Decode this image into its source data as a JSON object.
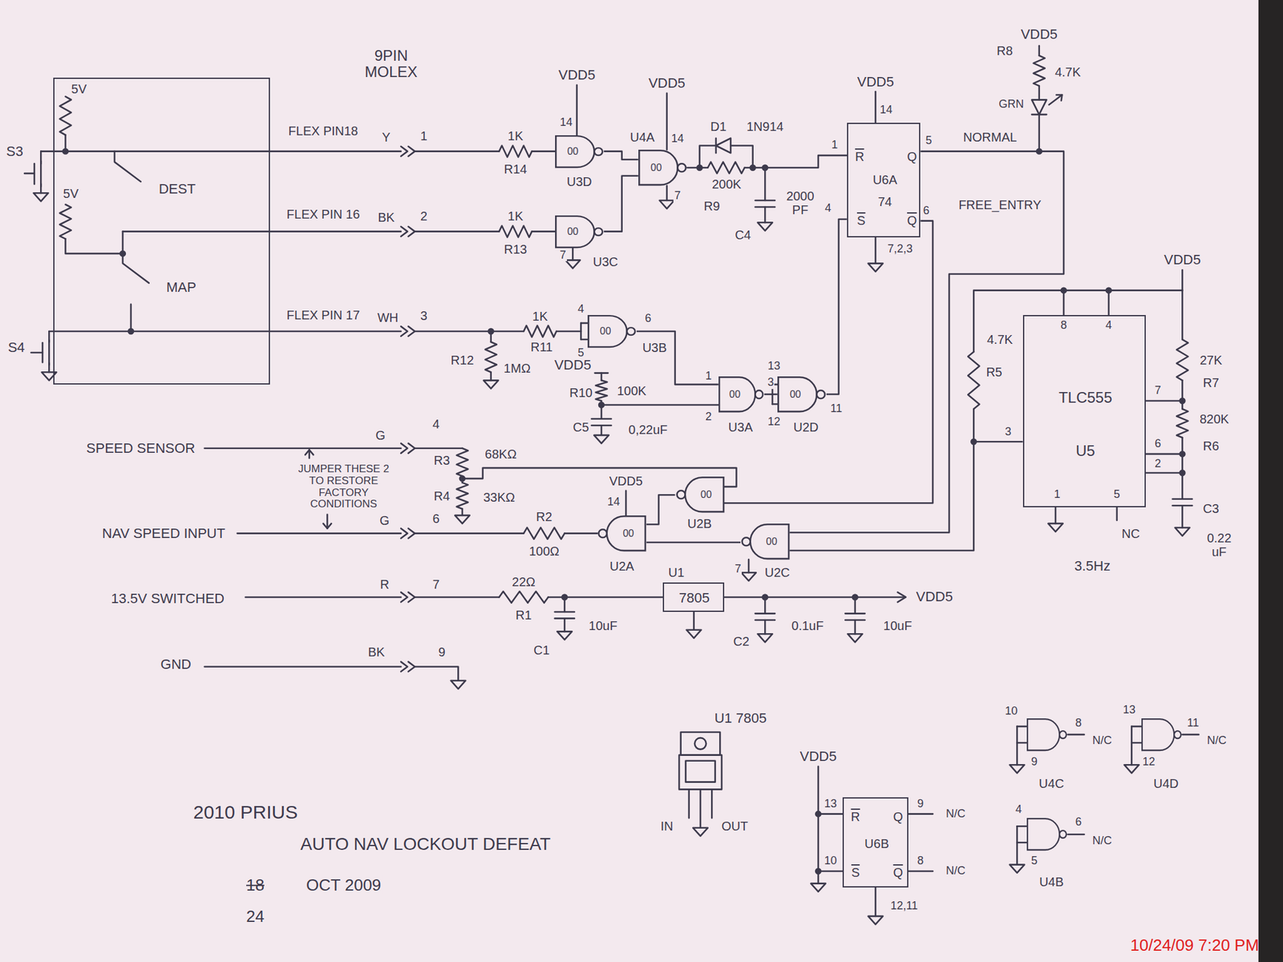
{
  "diagram": {
    "title": "2010 PRIUS",
    "nodes": [
      {
        "text": [
          "5V",
          "DEST",
          "5V",
          "MAP"
        ]
      },
      {
        "text": [
          "U3D",
          "00"
        ]
      },
      {
        "text": [
          "U4A",
          "00"
        ]
      },
      {
        "text": [
          "R",
          "U6A",
          "74",
          "S",
          "Q",
          "Q"
        ]
      },
      {
        "text": [
          "U3C",
          "00"
        ]
      },
      {
        "text": [
          "U3B",
          "00"
        ]
      },
      {
        "text": [
          "U3A",
          "00"
        ]
      },
      {
        "text": [
          "U2D",
          "00"
        ]
      },
      {
        "text": [
          "TLC555",
          "U5"
        ]
      },
      {
        "text": [
          "U2B",
          "00"
        ]
      },
      {
        "text": [
          "U2A",
          "00"
        ]
      },
      {
        "text": [
          "U2C",
          "00"
        ]
      },
      {
        "text": [
          "U1",
          "7805"
        ]
      },
      {
        "text": [
          "U4C"
        ]
      },
      {
        "text": [
          "U4D"
        ]
      },
      {
        "text": [
          "R",
          "U6B",
          "S",
          "Q",
          "Q"
        ]
      },
      {
        "text": [
          "U4B"
        ]
      }
    ],
    "edges": [
      {
        "from": 1,
        "to": 2,
        "arrow": "none"
      },
      {
        "from": 4,
        "to": 2,
        "arrow": "none"
      },
      {
        "from": 5,
        "to": 6,
        "arrow": "none"
      },
      {
        "from": 6,
        "to": 7,
        "arrow": "none"
      },
      {
        "from": 7,
        "to": 3,
        "arrow": "none"
      },
      {
        "from": 3,
        "to": 9,
        "label": "FREE_ENTRY",
        "arrow": "none"
      },
      {
        "from": 3,
        "to": 11,
        "label": "NORMAL",
        "arrow": "none"
      },
      {
        "from": 8,
        "to": 11,
        "arrow": "none"
      },
      {
        "from": 9,
        "to": 10,
        "arrow": "none"
      },
      {
        "from": 11,
        "to": 10,
        "arrow": "none"
      }
    ],
    "labels": [
      "S3",
      "9PIN MOLEX",
      "FLEX PIN18",
      "Y",
      "1",
      "1K",
      "R14",
      "VDD5",
      "14",
      "VDD5",
      "14",
      "7",
      "D1",
      "1N914",
      "200K",
      "R9",
      "2000 PF",
      "C4",
      "VDD5",
      "14",
      "1",
      "5",
      "4",
      "6",
      "7,2,3",
      "VDD5",
      "R8",
      "4.7K",
      "GRN",
      "FLEX PIN 16",
      "BK",
      "2",
      "1K",
      "R13",
      "7",
      "S4",
      "FLEX PIN 17",
      "WH",
      "3",
      "1K",
      "R11",
      "R12",
      "1MΩ",
      "4",
      "5",
      "6",
      "VDD5",
      "R10",
      "100K",
      "C5",
      "0,22uF",
      "1",
      "2",
      "3",
      "13",
      "12",
      "11",
      "SPEED SENSOR",
      "G",
      "4",
      "JUMPER THESE 2 TO RESTORE FACTORY CONDITIONS",
      "R3",
      "68KΩ",
      "R4",
      "33KΩ",
      "VDD5",
      "14",
      "NAV SPEED INPUT",
      "G",
      "6",
      "R2",
      "100Ω",
      "7",
      "13.5V SWITCHED",
      "R",
      "7",
      "22Ω",
      "R1",
      "10uF",
      "C1",
      "C2",
      "0.1uF",
      "10uF",
      "VDD5",
      "GND",
      "BK",
      "9",
      "4.7K",
      "R5",
      "VDD5",
      "8",
      "4",
      "27K",
      "R7",
      "7",
      "820K",
      "R6",
      "6",
      "2",
      "3",
      "1",
      "5",
      "NC",
      "C3",
      "0.22 uF",
      "3.5Hz",
      "U1 7805",
      "IN",
      "OUT",
      "AUTO NAV LOCKOUT DEFEAT",
      "18",
      "OCT 2009",
      "24",
      "VDD5",
      "13",
      "10",
      "9",
      "N/C",
      "8",
      "N/C",
      "12,11",
      "10",
      "9",
      "8",
      "N/C",
      "13",
      "12",
      "11",
      "N/C",
      "4",
      "5",
      "6",
      "N/C",
      "10/24/09 7:20 PM"
    ]
  }
}
